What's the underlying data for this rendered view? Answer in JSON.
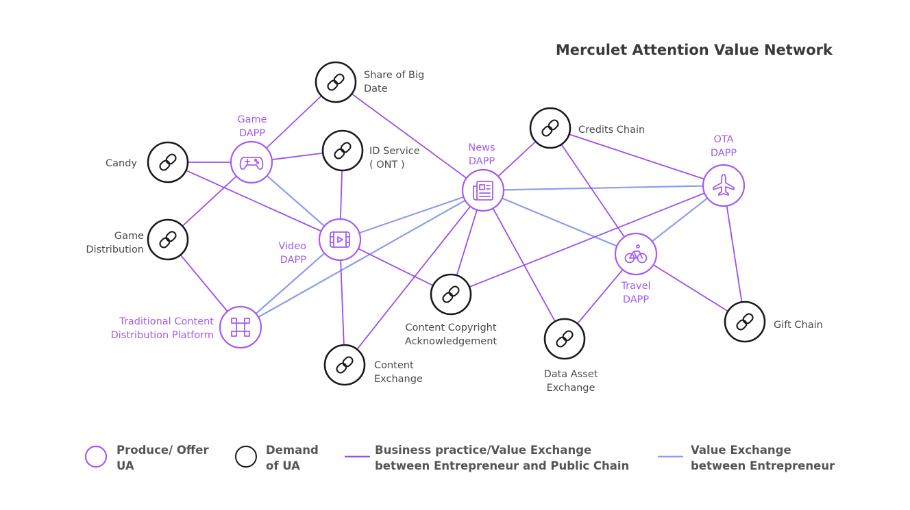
{
  "title": "Merculet Attention Value Network",
  "colors": {
    "produce": "#a35cf2",
    "demand": "#1a1a1a",
    "business_line": "#9b4dee",
    "value_line": "#8c9cf0"
  },
  "nodes": {
    "candy": {
      "label": [
        "Candy"
      ],
      "kind": "demand",
      "icon": "chain-link-icon"
    },
    "game_distribution": {
      "label": [
        "Game",
        "Distribution"
      ],
      "kind": "demand",
      "icon": "chain-link-icon"
    },
    "traditional": {
      "label": [
        "Traditional Content",
        "Distribution Platform"
      ],
      "kind": "produce",
      "icon": "grid-command-icon"
    },
    "game_dapp": {
      "label": [
        "Game",
        "DAPP"
      ],
      "kind": "produce",
      "icon": "gamepad-icon"
    },
    "share_big_date": {
      "label": [
        "Share of Big",
        "Date"
      ],
      "kind": "demand",
      "icon": "chain-link-icon"
    },
    "id_service": {
      "label": [
        "ID Service",
        "( ONT )"
      ],
      "kind": "demand",
      "icon": "chain-link-icon"
    },
    "video_dapp": {
      "label": [
        "Video",
        "DAPP"
      ],
      "kind": "produce",
      "icon": "video-icon"
    },
    "content_exchange": {
      "label": [
        "Content",
        "Exchange"
      ],
      "kind": "demand",
      "icon": "chain-link-icon"
    },
    "content_copyright": {
      "label": [
        "Content Copyright",
        "Acknowledgement"
      ],
      "kind": "demand",
      "icon": "chain-link-icon"
    },
    "news_dapp": {
      "label": [
        "News",
        "DAPP"
      ],
      "kind": "produce",
      "icon": "newspaper-icon"
    },
    "credits_chain": {
      "label": [
        "Credits Chain"
      ],
      "kind": "demand",
      "icon": "chain-link-icon"
    },
    "data_asset": {
      "label": [
        "Data Asset",
        "Exchange"
      ],
      "kind": "demand",
      "icon": "chain-link-icon"
    },
    "travel_dapp": {
      "label": [
        "Travel",
        "DAPP"
      ],
      "kind": "produce",
      "icon": "bicycle-icon"
    },
    "ota_dapp": {
      "label": [
        "OTA",
        "DAPP"
      ],
      "kind": "produce",
      "icon": "airplane-icon"
    },
    "gift_chain": {
      "label": [
        "Gift Chain"
      ],
      "kind": "demand",
      "icon": "chain-link-icon"
    }
  },
  "edges_business": [
    [
      "game_dapp",
      "share_big_date"
    ],
    [
      "game_dapp",
      "candy"
    ],
    [
      "game_dapp",
      "id_service"
    ],
    [
      "game_dapp",
      "game_distribution"
    ],
    [
      "candy",
      "video_dapp"
    ],
    [
      "share_big_date",
      "news_dapp"
    ],
    [
      "id_service",
      "video_dapp"
    ],
    [
      "video_dapp",
      "content_exchange"
    ],
    [
      "video_dapp",
      "content_copyright"
    ],
    [
      "game_distribution",
      "traditional"
    ],
    [
      "news_dapp",
      "credits_chain"
    ],
    [
      "news_dapp",
      "content_exchange"
    ],
    [
      "news_dapp",
      "content_copyright"
    ],
    [
      "news_dapp",
      "data_asset"
    ],
    [
      "credits_chain",
      "ota_dapp"
    ],
    [
      "credits_chain",
      "travel_dapp"
    ],
    [
      "content_copyright",
      "ota_dapp"
    ],
    [
      "travel_dapp",
      "data_asset"
    ],
    [
      "travel_dapp",
      "gift_chain"
    ],
    [
      "ota_dapp",
      "gift_chain"
    ]
  ],
  "edges_value": [
    [
      "game_dapp",
      "video_dapp"
    ],
    [
      "video_dapp",
      "news_dapp"
    ],
    [
      "video_dapp",
      "traditional"
    ],
    [
      "traditional",
      "news_dapp"
    ],
    [
      "news_dapp",
      "ota_dapp"
    ],
    [
      "news_dapp",
      "travel_dapp"
    ],
    [
      "travel_dapp",
      "ota_dapp"
    ]
  ],
  "legend": {
    "produce": [
      "Produce/ Offer",
      "UA"
    ],
    "demand": [
      "Demand",
      "of UA"
    ],
    "business": [
      "Business practice/Value Exchange",
      "between Entrepreneur and Public Chain"
    ],
    "value": [
      "Value Exchange",
      "between Entrepreneur"
    ]
  }
}
